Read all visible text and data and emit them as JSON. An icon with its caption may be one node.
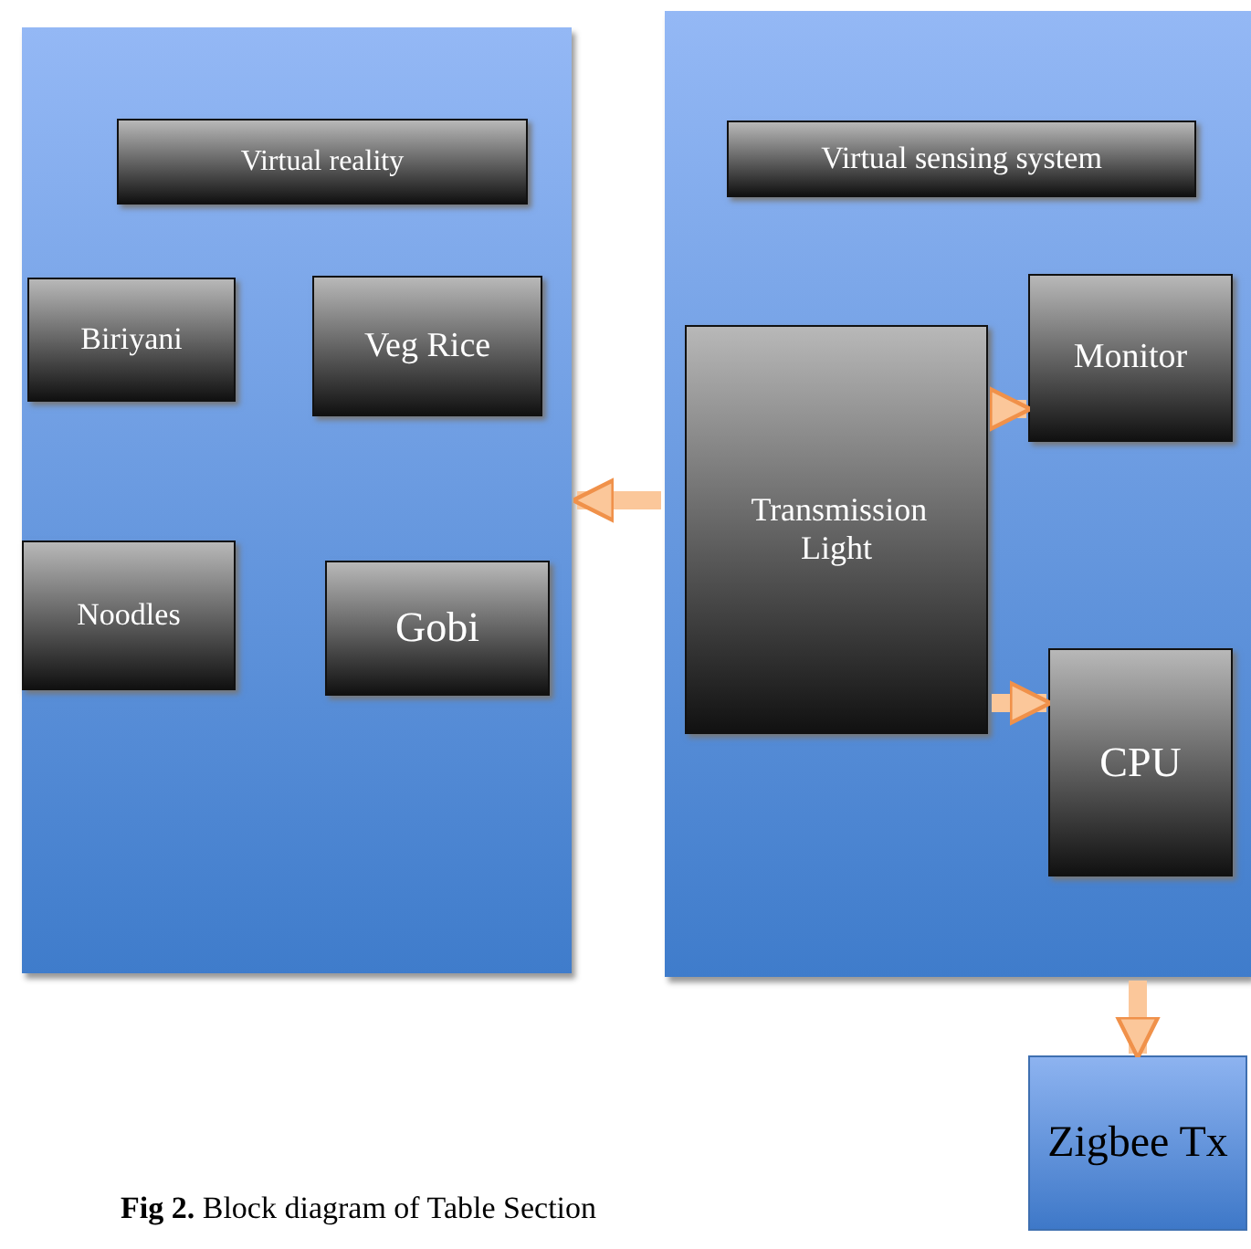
{
  "diagram": {
    "caption": "**Fig 2.** Block diagram of Table Section",
    "nodes": [
      {
        "text": [],
        "shape": "box"
      },
      {
        "text": [
          "Virtual reality"
        ],
        "in": 0
      },
      {
        "text": [
          "Biriyani"
        ],
        "in": 0
      },
      {
        "text": [
          "Veg Rice"
        ],
        "in": 0
      },
      {
        "text": [
          "Noodles"
        ],
        "in": 0
      },
      {
        "text": [
          "Gobi"
        ],
        "in": 0
      },
      {
        "text": [],
        "shape": "box"
      },
      {
        "text": [
          "Virtual sensing system"
        ],
        "in": 6
      },
      {
        "text": [
          "Transmission Light"
        ],
        "in": 6
      },
      {
        "text": [
          "Monitor"
        ],
        "in": 6
      },
      {
        "text": [
          "CPU"
        ],
        "in": 6
      },
      {
        "text": [
          "Zigbee Tx"
        ]
      }
    ],
    "edges": [
      {
        "from": 6,
        "to": 0,
        "arrow": "to"
      },
      {
        "from": 8,
        "to": 9,
        "arrow": "to"
      },
      {
        "from": 8,
        "to": 10,
        "arrow": "to"
      },
      {
        "from": 6,
        "to": 11,
        "arrow": "to"
      }
    ]
  }
}
